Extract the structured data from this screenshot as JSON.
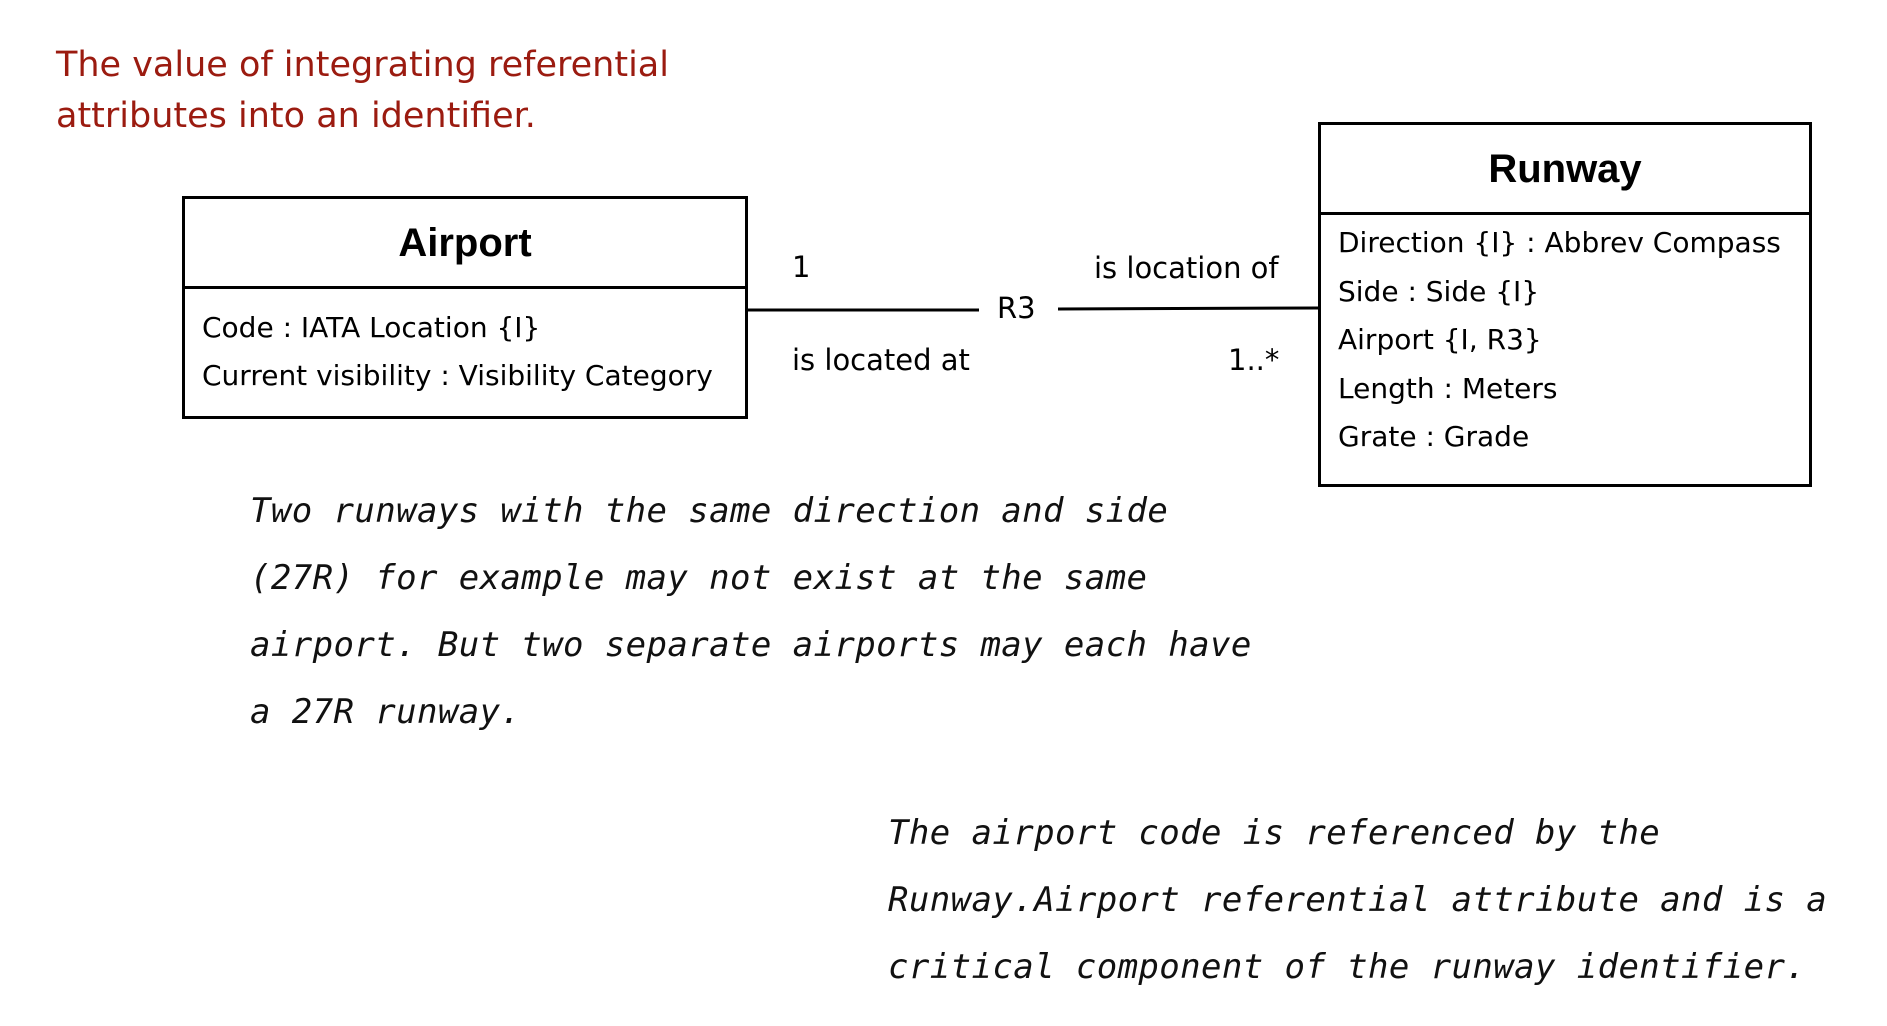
{
  "title": {
    "line1": "The value of integrating referential",
    "line2": "attributes into an identifier."
  },
  "colors": {
    "title": "#9b1b10",
    "lines": "#000000"
  },
  "airport": {
    "name": "Airport",
    "attributes": [
      "Code : IATA Location {I}",
      "Current visibility : Visibility Category"
    ]
  },
  "runway": {
    "name": "Runway",
    "attributes": [
      "Direction {I} : Abbrev Compass",
      "Side : Side {I}",
      "Airport {I, R3}",
      "Length : Meters",
      "Grate : Grade"
    ]
  },
  "association": {
    "name": "R3",
    "airport_multiplicity": "1",
    "airport_phrase": "is located at",
    "runway_phrase": "is location of",
    "runway_multiplicity": "1..*"
  },
  "notes": {
    "note1": [
      "Two runways with the same direction and side",
      "(27R) for example may not exist at the same",
      "airport. But two separate airports may each have",
      "a 27R runway."
    ],
    "note2": [
      "The airport code is referenced by the",
      "Runway.Airport referential attribute and is a",
      "critical component of the runway identifier."
    ]
  }
}
